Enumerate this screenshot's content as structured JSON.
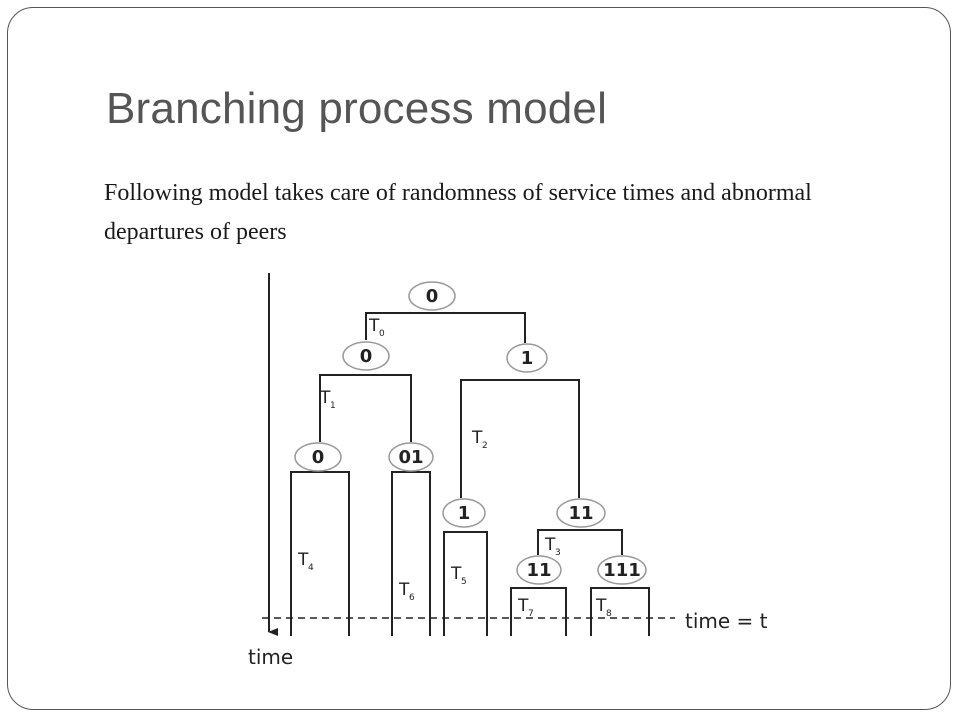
{
  "slide": {
    "title": "Branching process model",
    "body": "Following model takes care of randomness of service times and abnormal departures of peers"
  },
  "diagram": {
    "nodes": [
      {
        "id": "n-root",
        "label": "0"
      },
      {
        "id": "n-l1-0",
        "label": "0"
      },
      {
        "id": "n-l1-1",
        "label": "1"
      },
      {
        "id": "n-l2-0",
        "label": "0"
      },
      {
        "id": "n-l2-01",
        "label": "01"
      },
      {
        "id": "n-l2-1",
        "label": "1"
      },
      {
        "id": "n-l2-11",
        "label": "11"
      },
      {
        "id": "n-l3-11",
        "label": "11"
      },
      {
        "id": "n-l3-111",
        "label": "111"
      }
    ],
    "durations": [
      {
        "id": "T0",
        "main": "T",
        "sub": "0"
      },
      {
        "id": "T1",
        "main": "T",
        "sub": "1"
      },
      {
        "id": "T2",
        "main": "T",
        "sub": "2"
      },
      {
        "id": "T3",
        "main": "T",
        "sub": "3"
      },
      {
        "id": "T4",
        "main": "T",
        "sub": "4"
      },
      {
        "id": "T5",
        "main": "T",
        "sub": "5"
      },
      {
        "id": "T6",
        "main": "T",
        "sub": "6"
      },
      {
        "id": "T7",
        "main": "T",
        "sub": "7"
      },
      {
        "id": "T8",
        "main": "T",
        "sub": "8"
      }
    ],
    "time_axis_label": "time",
    "cutoff_label": "time = t"
  }
}
